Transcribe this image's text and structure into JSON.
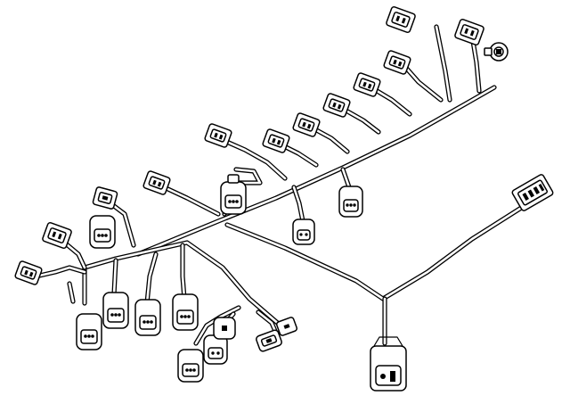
{
  "figure": {
    "subject": "wiring-harness-line-drawing",
    "colors": {
      "line": "#000000",
      "background": "#ffffff"
    }
  },
  "connectors": [
    {
      "id": "c-top-1",
      "style": "plug"
    },
    {
      "id": "c-top-2",
      "style": "plug"
    },
    {
      "id": "c-top-3",
      "style": "round-sensor"
    },
    {
      "id": "c-top-4",
      "style": "plug"
    },
    {
      "id": "c-top-5",
      "style": "plug"
    },
    {
      "id": "c-top-6",
      "style": "plug"
    },
    {
      "id": "c-top-7",
      "style": "plug"
    },
    {
      "id": "c-top-8",
      "style": "plug"
    },
    {
      "id": "c-top-9",
      "style": "plug"
    },
    {
      "id": "c-mid-1",
      "style": "plug"
    },
    {
      "id": "c-mid-2",
      "style": "coil"
    },
    {
      "id": "c-mid-3",
      "style": "coil"
    },
    {
      "id": "c-mid-4",
      "style": "coil"
    },
    {
      "id": "c-right-1",
      "style": "multi-pin"
    },
    {
      "id": "c-main",
      "style": "main-plug"
    },
    {
      "id": "c-left-1",
      "style": "plug"
    },
    {
      "id": "c-left-2",
      "style": "plug"
    },
    {
      "id": "c-left-3",
      "style": "plug"
    },
    {
      "id": "c-left-4",
      "style": "coil"
    },
    {
      "id": "c-bot-1",
      "style": "coil"
    },
    {
      "id": "c-bot-2",
      "style": "coil"
    },
    {
      "id": "c-bot-3",
      "style": "coil"
    },
    {
      "id": "c-bot-4",
      "style": "coil"
    },
    {
      "id": "c-bot-5",
      "style": "coil"
    },
    {
      "id": "c-bot-6",
      "style": "coil"
    },
    {
      "id": "c-bot-7",
      "style": "coil"
    },
    {
      "id": "c-bot-8",
      "style": "sensor"
    },
    {
      "id": "c-bot-9",
      "style": "plug"
    }
  ]
}
